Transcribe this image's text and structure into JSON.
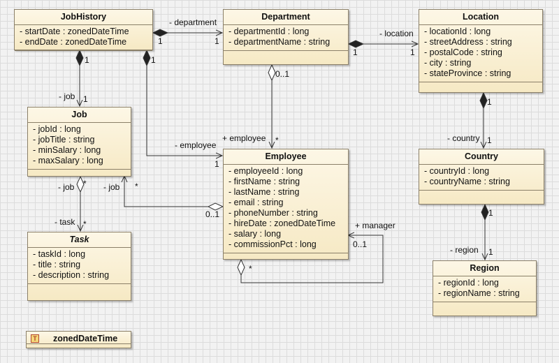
{
  "classes": {
    "jobhistory": {
      "name": "JobHistory",
      "attrs": [
        "- startDate : zonedDateTime",
        "- endDate : zonedDateTime"
      ]
    },
    "department": {
      "name": "Department",
      "attrs": [
        "- departmentId : long",
        "- departmentName : string"
      ]
    },
    "location": {
      "name": "Location",
      "attrs": [
        "- locationId : long",
        "- streetAddress : string",
        "- postalCode : string",
        "- city : string",
        "- stateProvince : string"
      ]
    },
    "job": {
      "name": "Job",
      "attrs": [
        "- jobId : long",
        "- jobTitle : string",
        "- minSalary : long",
        "- maxSalary : long"
      ]
    },
    "employee": {
      "name": "Employee",
      "attrs": [
        "- employeeId : long",
        "- firstName : string",
        "- lastName : string",
        "- email : string",
        "- phoneNumber : string",
        "- hireDate : zonedDateTime",
        "- salary : long",
        "- commissionPct : long"
      ]
    },
    "country": {
      "name": "Country",
      "attrs": [
        "- countryId : long",
        "- countryName : string"
      ]
    },
    "task": {
      "name": "Task",
      "attrs": [
        "- taskId : long",
        "- title : string",
        "- description : string"
      ]
    },
    "region": {
      "name": "Region",
      "attrs": [
        "- regionId : long",
        "- regionName : string"
      ]
    }
  },
  "datatype": {
    "name": "zonedDateTime",
    "icon": "T"
  },
  "labels": {
    "department_role": "- department",
    "location_role": "- location",
    "job_role": "- job",
    "employee_role": "- employee",
    "employee_plus": "+ employee",
    "country_role": "- country",
    "region_role": "- region",
    "task_role": "- task",
    "job_role2": "- job",
    "job_role3": "- job",
    "manager_role": "+ manager",
    "m_jh_dept_src": "1",
    "m_jh_dept_dst": "1",
    "m_dept_loc_src": "1",
    "m_dept_loc_dst": "1",
    "m_jh_job_src": "1",
    "m_jh_job_dst": "1",
    "m_jh_emp_src": "1",
    "m_jh_emp_dst": "1",
    "m_dept_emp_src": "0..1",
    "m_dept_emp_dst": "*",
    "m_loc_country_src": "1",
    "m_loc_country_dst": "1",
    "m_country_region_src": "1",
    "m_country_region_dst": "1",
    "m_job_task_src": "*",
    "m_job_task_dst": "*",
    "m_emp_job_src": "0..1",
    "m_emp_job_dst": "*",
    "m_mgr_src": "*",
    "m_mgr_dst": "0..1"
  },
  "colors": {
    "line": "#333333",
    "fill": "#f6e9c4",
    "border": "#8a7f68",
    "grid": "#dcdcdc",
    "background": "#f2f2f2"
  }
}
